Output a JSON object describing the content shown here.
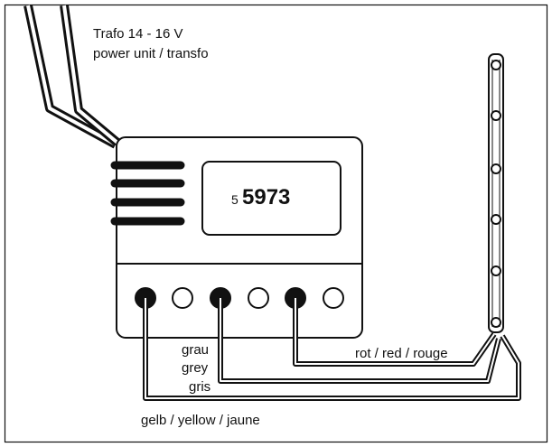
{
  "transformer": {
    "line1": "Trafo 14 - 16 V",
    "line2": "power unit / transfo"
  },
  "decoder": {
    "prefix": "5",
    "number": "5973"
  },
  "wires": {
    "red": "rot / red / rouge",
    "grey_de": "grau",
    "grey_en": "grey",
    "grey_fr": "gris",
    "yellow": "gelb / yellow / jaune"
  },
  "terminals": [
    "filled",
    "open",
    "filled",
    "open",
    "filled",
    "open"
  ],
  "colors": {
    "line": "#111111",
    "background": "#ffffff"
  }
}
